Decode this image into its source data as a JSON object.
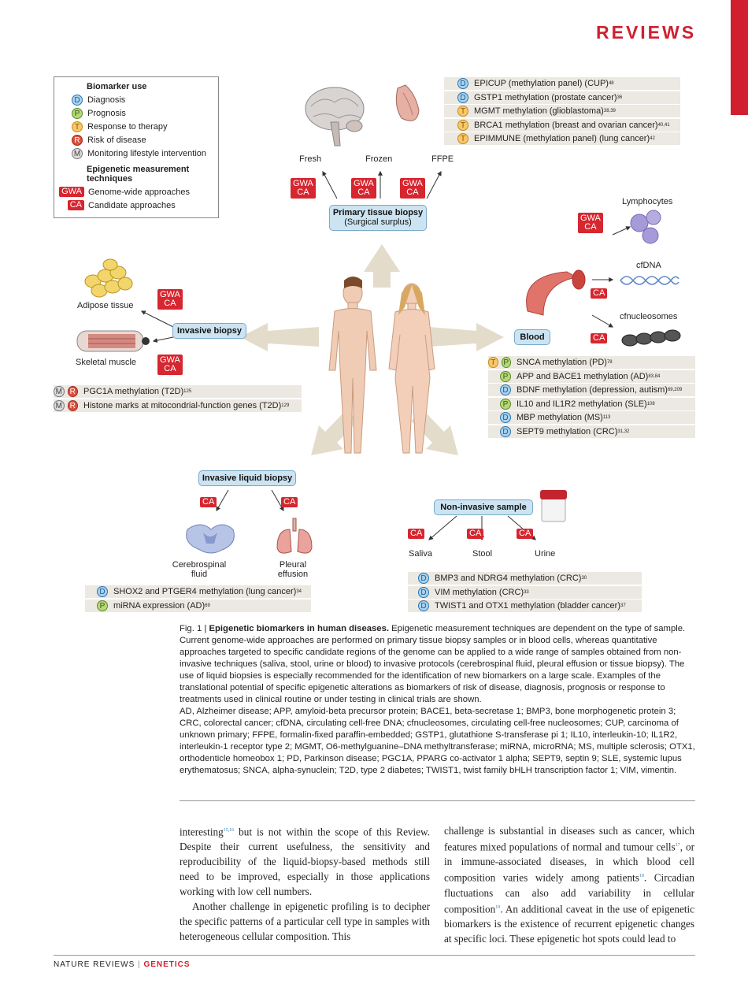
{
  "header": {
    "section": "REVIEWS"
  },
  "legend": {
    "title1": "Biomarker use",
    "uses": [
      {
        "code": "D",
        "label": "Diagnosis"
      },
      {
        "code": "P",
        "label": "Prognosis"
      },
      {
        "code": "T",
        "label": "Response to therapy"
      },
      {
        "code": "R",
        "label": "Risk of disease"
      },
      {
        "code": "M",
        "label": "Monitoring lifestyle intervention"
      }
    ],
    "title2": "Epigenetic measurement techniques",
    "techniques": [
      {
        "code": "GWA",
        "label": "Genome-wide approaches"
      },
      {
        "code": "CA",
        "label": "Candidate approaches"
      }
    ]
  },
  "tags": {
    "gwa": "GWA",
    "ca": "CA"
  },
  "primary": {
    "box_title": "Primary tissue biopsy",
    "box_sub": "(Surgical surplus)",
    "fresh": "Fresh",
    "frozen": "Frozen",
    "ffpe": "FFPE",
    "rows": [
      {
        "codes": [
          "D"
        ],
        "text": "EPICUP (methylation panel) (CUP)",
        "ref": "48"
      },
      {
        "codes": [
          "D"
        ],
        "text": "GSTP1 methylation (prostate cancer)",
        "ref": "36"
      },
      {
        "codes": [
          "T"
        ],
        "text": "MGMT methylation (glioblastoma)",
        "ref": "38,39"
      },
      {
        "codes": [
          "T"
        ],
        "text": "BRCA1 methylation (breast and ovarian cancer)",
        "ref": "40,41"
      },
      {
        "codes": [
          "T"
        ],
        "text": "EPIMMUNE (methylation panel) (lung cancer)",
        "ref": "42"
      }
    ]
  },
  "blood": {
    "box_title": "Blood",
    "lymphocytes": "Lymphocytes",
    "cfdna": "cfDNA",
    "cfnucleosomes": "cfnucleosomes",
    "rows": [
      {
        "codes": [
          "T",
          "P"
        ],
        "text": "SNCA methylation (PD)",
        "ref": "78"
      },
      {
        "codes": [
          "P"
        ],
        "text": "APP and BACE1 methylation (AD)",
        "ref": "83,84"
      },
      {
        "codes": [
          "D"
        ],
        "text": "BDNF methylation (depression, autism)",
        "ref": "69,209"
      },
      {
        "codes": [
          "P"
        ],
        "text": "IL10 and IL1R2 methylation (SLE)",
        "ref": "108"
      },
      {
        "codes": [
          "D"
        ],
        "text": "MBP methylation (MS)",
        "ref": "113"
      },
      {
        "codes": [
          "D"
        ],
        "text": "SEPT9 methylation (CRC)",
        "ref": "31,32"
      }
    ]
  },
  "invasive": {
    "box_title": "Invasive biopsy",
    "adipose": "Adipose tissue",
    "muscle": "Skeletal muscle",
    "rows": [
      {
        "codes": [
          "M",
          "R"
        ],
        "text": "PGC1A methylation (T2D)",
        "ref": "125"
      },
      {
        "codes": [
          "M",
          "R"
        ],
        "text": "Histone marks at mitocondrial-function genes (T2D)",
        "ref": "129"
      }
    ]
  },
  "liquid": {
    "box_title": "Invasive liquid biopsy",
    "csf": "Cerebrospinal fluid",
    "pleural": "Pleural effusion",
    "rows": [
      {
        "codes": [
          "D"
        ],
        "text": "SHOX2 and PTGER4 methylation (lung cancer)",
        "ref": "34"
      },
      {
        "codes": [
          "P"
        ],
        "text": "miRNA expression (AD)",
        "ref": "69"
      }
    ]
  },
  "noninvasive": {
    "box_title": "Non-invasive sample",
    "saliva": "Saliva",
    "stool": "Stool",
    "urine": "Urine",
    "rows": [
      {
        "codes": [
          "D"
        ],
        "text": "BMP3 and NDRG4 methylation (CRC)",
        "ref": "30"
      },
      {
        "codes": [
          "D"
        ],
        "text": "VIM methylation (CRC)",
        "ref": "33"
      },
      {
        "codes": [
          "D"
        ],
        "text": "TWIST1 and OTX1 methylation (bladder cancer)",
        "ref": "37"
      }
    ]
  },
  "caption": {
    "label": "Fig. 1 | ",
    "title": "Epigenetic biomarkers in human diseases.",
    "text": " Epigenetic measurement techniques are dependent on the type of sample. Current genome-wide approaches are performed on primary tissue biopsy samples or in blood cells, whereas quantitative approaches targeted to specific candidate regions of the genome can be applied to a wide range of samples obtained from non-invasive techniques (saliva, stool, urine or blood) to invasive protocols (cerebrospinal fluid, pleural effusion or tissue biopsy). The use of liquid biopsies is especially recommended for the identification of new biomarkers on a large scale. Examples of the translational potential of specific epigenetic alterations as biomarkers of risk of disease, diagnosis, prognosis or response to treatments used in clinical routine or under testing in clinical trials are shown.",
    "abbrev": "AD, Alzheimer disease; APP, amyloid-beta precursor protein; BACE1, beta-secretase 1; BMP3, bone morphogenetic protein 3; CRC, colorectal cancer; cfDNA, circulating cell-free DNA; cfnucleosomes, circulating cell-free nucleosomes; CUP, carcinoma of unknown primary; FFPE, formalin-fixed paraffin-embedded; GSTP1, glutathione S-transferase pi 1; IL10, interleukin-10; IL1R2, interleukin-1 receptor type 2; MGMT, O6-methylguanine–DNA methyltransferase; miRNA, microRNA; MS, multiple sclerosis; OTX1, orthodenticle homeobox 1; PD, Parkinson disease; PGC1A, PPARG co-activator 1 alpha; SEPT9, septin 9; SLE, systemic lupus erythematosus; SNCA, alpha-synuclein; T2D, type 2 diabetes; TWIST1, twist family bHLH transcription factor 1; VIM, vimentin."
  },
  "body": {
    "col1_p1a": "interesting",
    "col1_p1ref": "15,16",
    "col1_p1b": " but is not within the scope of this Review. Despite their current usefulness, the sensitivity and reproducibility of the liquid-biopsy-based methods still need to be improved, especially in those applications working with low cell numbers.",
    "col1_p2": "Another challenge in epigenetic profiling is to decipher the specific patterns of a particular cell type in samples with heterogeneous cellular composition. This",
    "col2_a": "challenge is substantial in diseases such as cancer, which features mixed populations of normal and tumour cells",
    "col2_ref1": "17",
    "col2_b": ", or in immune-associated diseases, in which blood cell composition varies widely among patients",
    "col2_ref2": "18",
    "col2_c": ". Circadian fluctuations can also add variability in cellular composition",
    "col2_ref3": "19",
    "col2_d": ". An additional caveat in the use of epigenetic biomarkers is the existence of recurrent epigenetic changes at specific loci. These epigenetic hot spots could lead to"
  },
  "footer": {
    "journal": "NATURE REVIEWS",
    "sep": " | ",
    "section": "GENETICS"
  }
}
